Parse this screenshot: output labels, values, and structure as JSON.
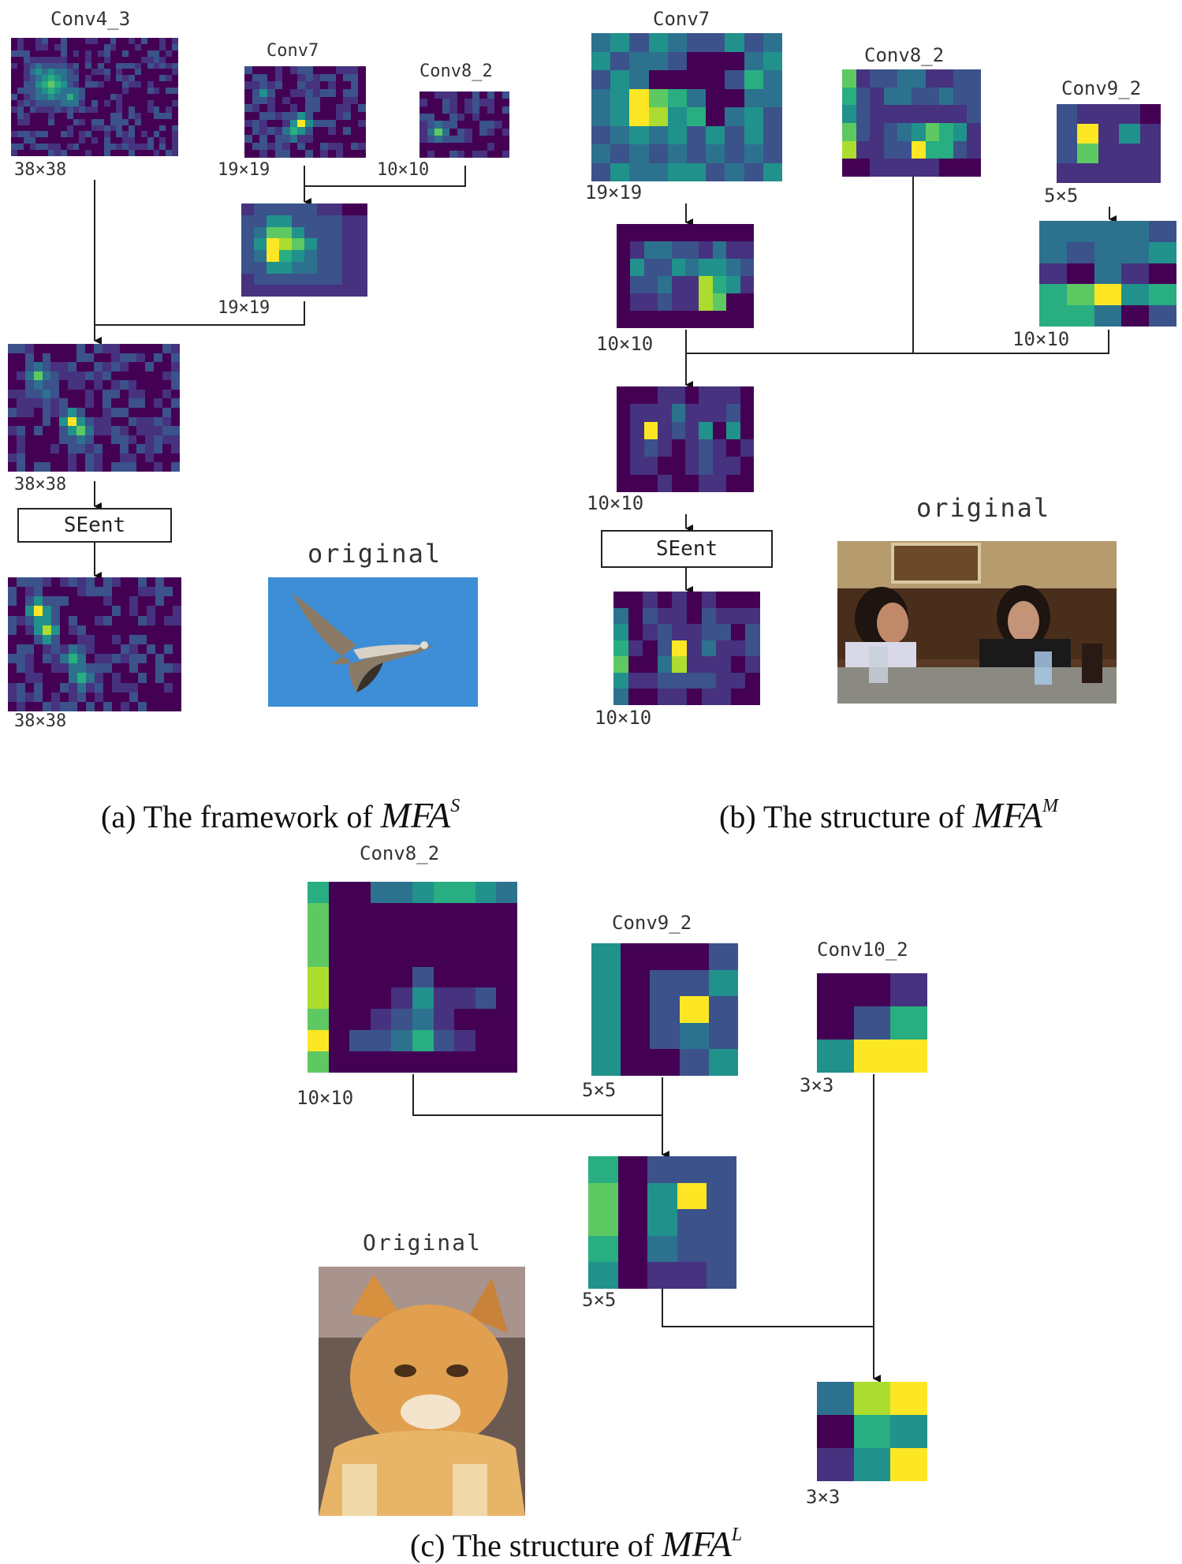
{
  "panel_a": {
    "conv4_3": "Conv4_3",
    "conv7": "Conv7",
    "conv8_2": "Conv8_2",
    "size_38a": "38×38",
    "size_19a": "19×19",
    "size_10a": "10×10",
    "size_19b": "19×19",
    "size_38b": "38×38",
    "seent": "SEent",
    "size_38c": "38×38",
    "original": "original",
    "caption_prefix": "(a)   The framework of",
    "caption_math": "MFA",
    "caption_sup": "S"
  },
  "panel_b": {
    "conv7": "Conv7",
    "conv8_2": "Conv8_2",
    "conv9_2": "Conv9_2",
    "size_19": "19×19",
    "size_5": "5×5",
    "size_10a": "10×10",
    "size_10b": "10×10",
    "size_10c": "10×10",
    "seent": "SEent",
    "size_10d": "10×10",
    "original": "original",
    "caption_prefix": "(b) The structure of",
    "caption_math": "MFA",
    "caption_sup": "M"
  },
  "panel_c": {
    "conv8_2": "Conv8_2",
    "conv9_2": "Conv9_2",
    "conv10_2": "Conv10_2",
    "size_10": "10×10",
    "size_5a": "5×5",
    "size_3a": "3×3",
    "size_5b": "5×5",
    "size_3b": "3×3",
    "original": "Original",
    "caption_prefix": "(c) The structure of",
    "caption_math": "MFA",
    "caption_sup": "L"
  },
  "colors": {
    "background": "#440154",
    "low": "#3b528b",
    "mid": "#21918c",
    "high": "#5ec962",
    "peak": "#fde725",
    "sky": "#3d8ed6"
  }
}
